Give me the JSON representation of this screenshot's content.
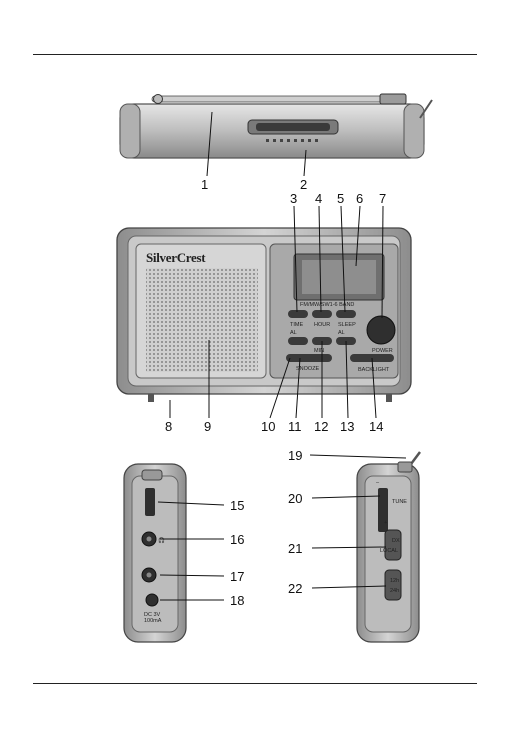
{
  "brand": "SilverCrest",
  "top_labels": {
    "band": "FM/MW/SW1-6 BAND",
    "time": "TIME",
    "hour": "HOUR",
    "sleep": "SLEEP",
    "al": "AL",
    "min": "MIN",
    "power": "POWER",
    "snooze": "SNOOZE",
    "backlight": "BACKLIGHT"
  },
  "side_labels": {
    "tune": "TUNE",
    "dx": "DX",
    "local": "LOCAL",
    "h12": "12h",
    "h24": "24h",
    "dc1": "DC 3V",
    "dc2": "100mA"
  },
  "callouts": [
    "1",
    "2",
    "3",
    "4",
    "5",
    "6",
    "7",
    "8",
    "9",
    "10",
    "11",
    "12",
    "13",
    "14",
    "15",
    "16",
    "17",
    "18",
    "19",
    "20",
    "21",
    "22"
  ]
}
